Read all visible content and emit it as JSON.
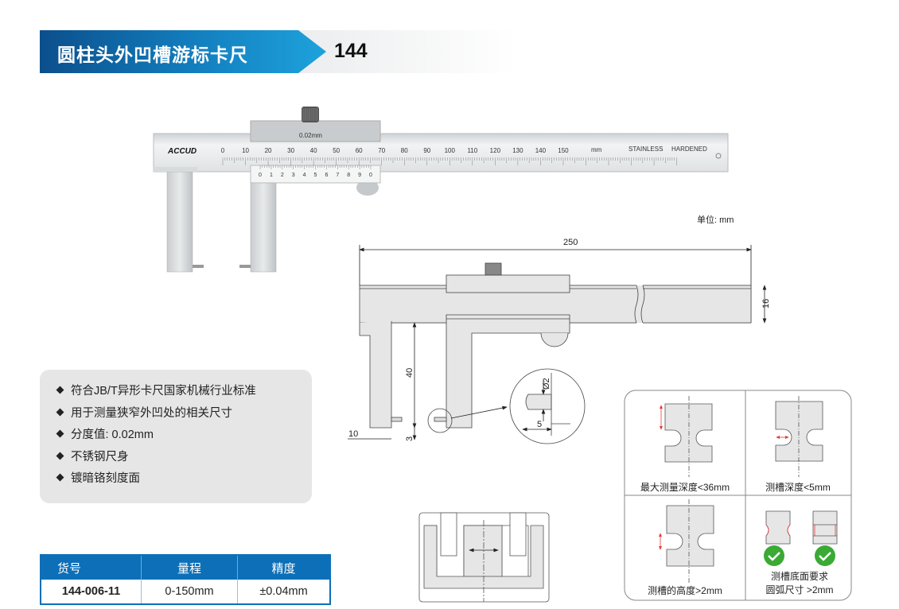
{
  "header": {
    "title": "圆柱头外凹槽游标卡尺",
    "model": "144"
  },
  "photo": {
    "brand": "ACCUD",
    "resolution": "0.02mm",
    "main_scale_labels": [
      "0",
      "10",
      "20",
      "30",
      "40",
      "50",
      "60",
      "70",
      "80",
      "90",
      "100",
      "110",
      "120",
      "130",
      "140",
      "150"
    ],
    "vernier_labels": [
      "0",
      "1",
      "2",
      "3",
      "4",
      "5",
      "6",
      "7",
      "8",
      "9",
      "0"
    ],
    "unit_mark": "mm",
    "stainless": "STAINLESS",
    "hardened": "HARDENED"
  },
  "unit_label": "单位: mm",
  "drawing": {
    "total_length": "250",
    "beam_height": "16",
    "jaw_depth": "40",
    "jaw_width": "10",
    "pin_offset": "3",
    "pin_diameter": "Ø2",
    "pin_length": "5"
  },
  "features": [
    "符合JB/T异形卡尺国家机械行业标准",
    "用于测量狭窄外凹处的相关尺寸",
    "分度值: 0.02mm",
    "不锈钢尺身",
    "镀暗铬刻度面"
  ],
  "table": {
    "headers": [
      "货号",
      "量程",
      "精度"
    ],
    "row": [
      "144-006-11",
      "0-150mm",
      "±0.04mm"
    ]
  },
  "usage_grid": {
    "max_depth": "最大测量深度<36mm",
    "groove_depth": "测槽深度<5mm",
    "groove_height": "测槽的高度>2mm",
    "bottom_req_line1": "测槽底面要求",
    "bottom_req_line2": "圆弧尺寸 >2mm"
  },
  "colors": {
    "brand_blue": "#0c6fb8",
    "check_green": "#3aaa35",
    "dim_red": "#e53935"
  }
}
